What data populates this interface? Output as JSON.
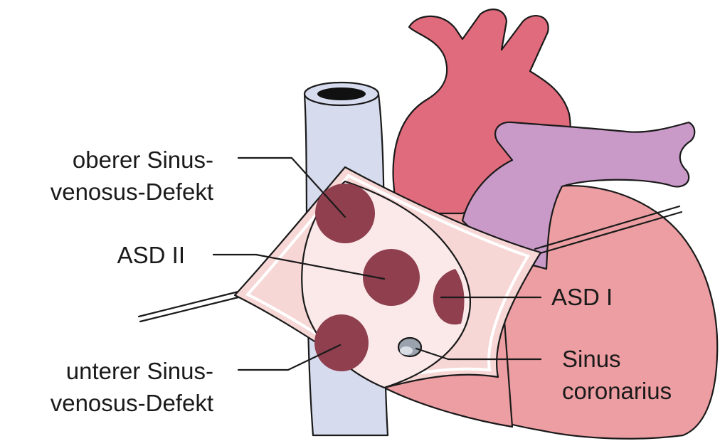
{
  "labels": {
    "superior_defect": [
      "oberer Sinus-",
      "venosus-Defekt"
    ],
    "asd2": "ASD II",
    "asd1": "ASD I",
    "inferior_defect": [
      "unterer Sinus-",
      "venosus-Defekt"
    ],
    "sinus_coronarius": [
      "Sinus",
      "coronarius"
    ]
  },
  "colors": {
    "aorta": "#e06b7c",
    "pulmonary_artery": "#c99ac8",
    "heart": "#ec9ea2",
    "vena_cava": "#d6dbee",
    "septum_flap_outer": "#f6d7d6",
    "septum_flap_inner": "#fbe9ea",
    "defect": "#8f3f4e",
    "outline": "#1a1a1a"
  }
}
